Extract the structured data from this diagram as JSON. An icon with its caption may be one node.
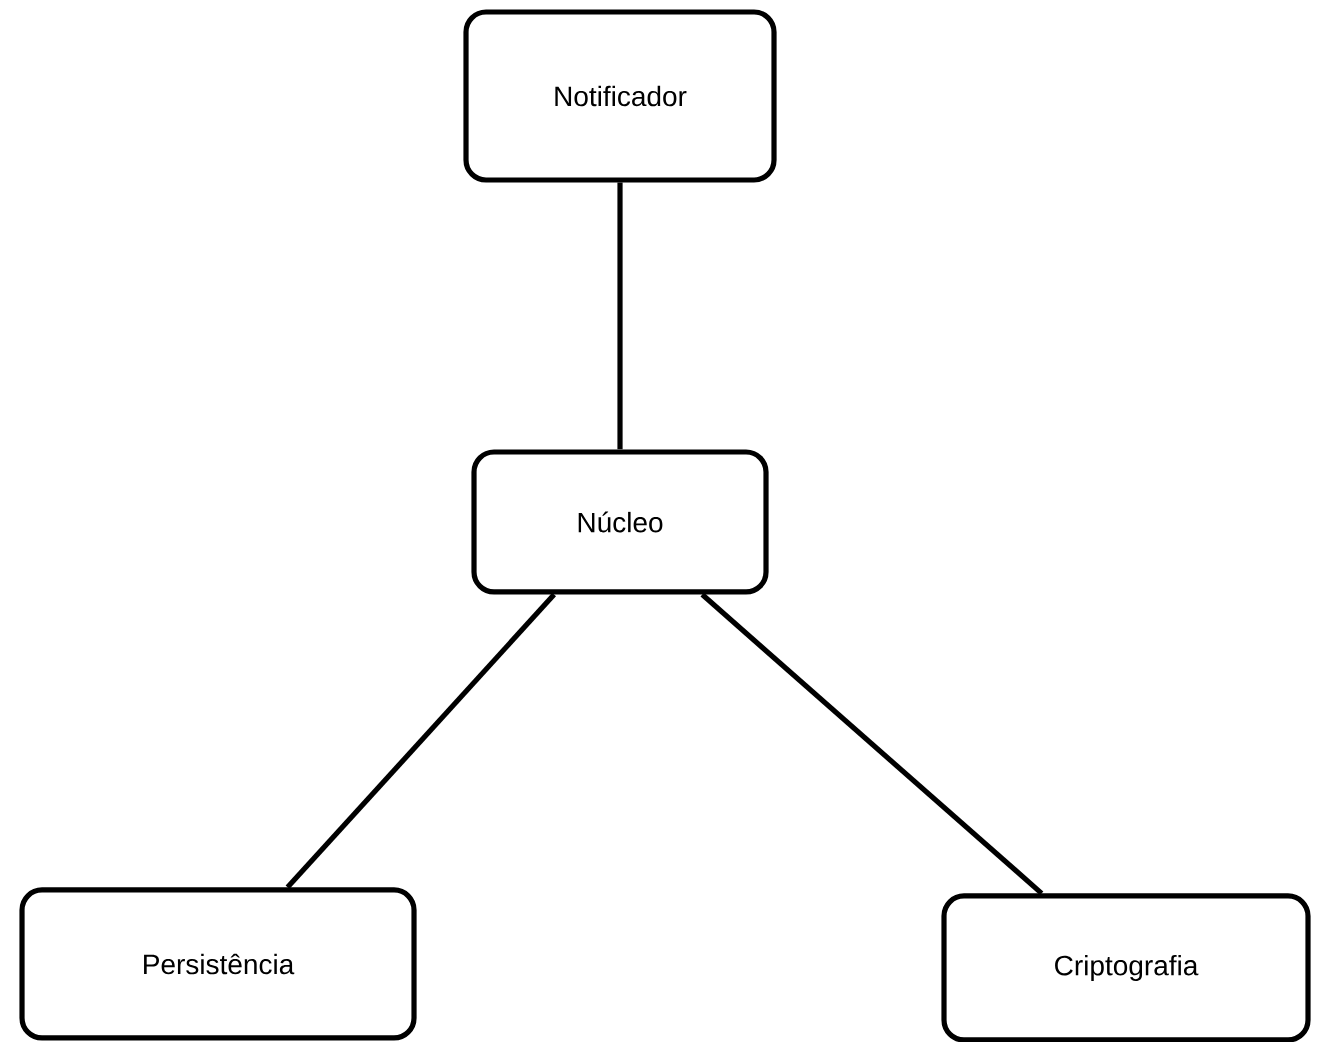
{
  "diagram": {
    "nodes": [
      {
        "text": [
          "Notificador"
        ]
      },
      {
        "text": [
          "Núcleo"
        ]
      },
      {
        "text": [
          "Persistência"
        ]
      },
      {
        "text": [
          "Criptografia"
        ]
      }
    ],
    "edges": [
      {
        "from": 0,
        "to": 1,
        "arrow": "none"
      },
      {
        "from": 1,
        "to": 2,
        "arrow": "none"
      },
      {
        "from": 1,
        "to": 3,
        "arrow": "none"
      }
    ]
  }
}
